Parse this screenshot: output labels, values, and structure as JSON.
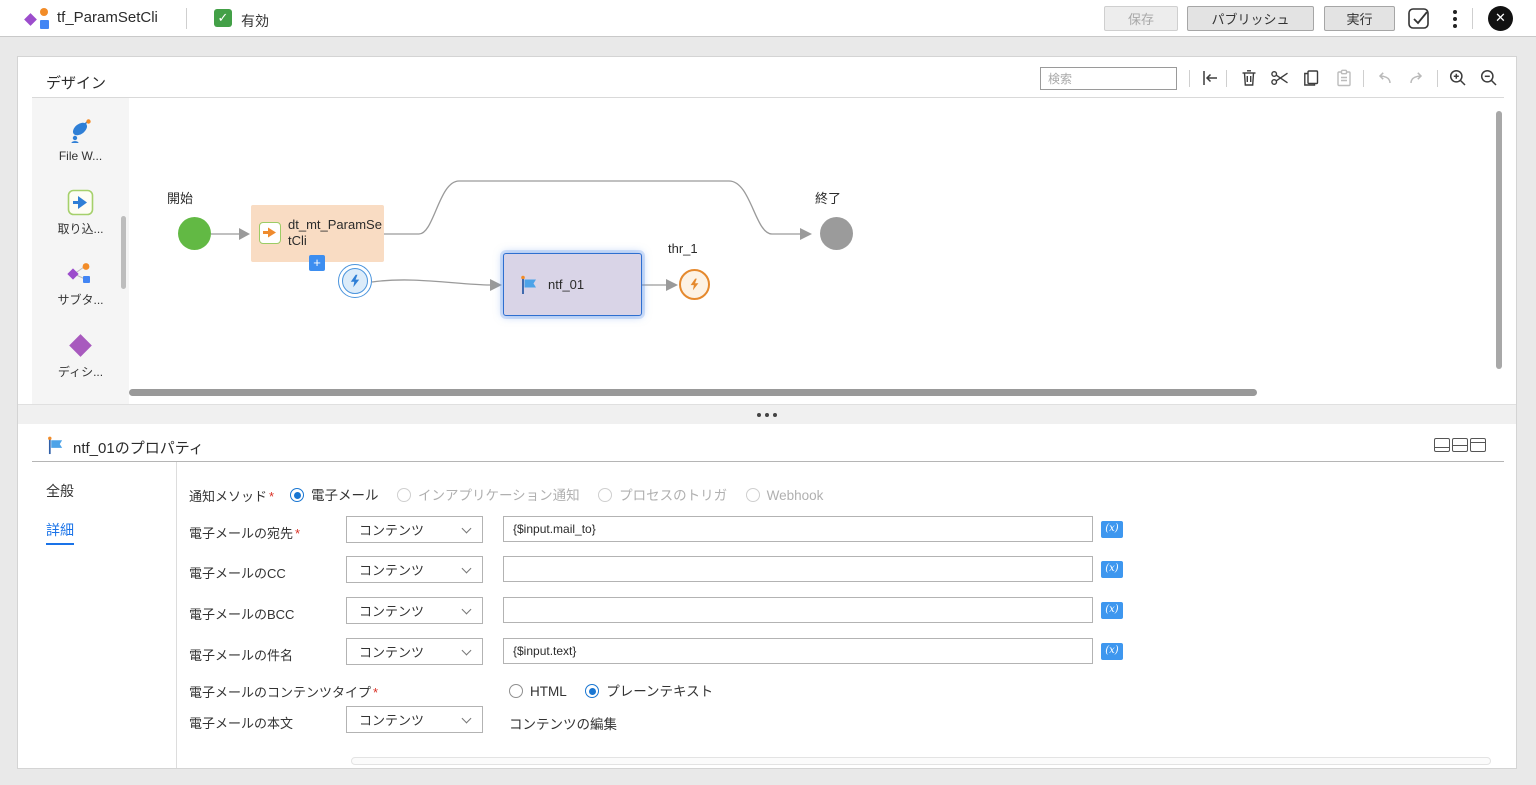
{
  "topbar": {
    "app_title": "tf_ParamSetCli",
    "status_label": "有効",
    "save_label": "保存",
    "publish_label": "パブリッシュ",
    "run_label": "実行"
  },
  "design": {
    "panel_title": "デザイン",
    "search_placeholder": "検索",
    "palette_items": [
      {
        "label": "File W..."
      },
      {
        "label": "取り込..."
      },
      {
        "label": "サブタ..."
      },
      {
        "label": "ディシ..."
      }
    ],
    "canvas": {
      "start_label": "開始",
      "data_task_label": "dt_mt_ParamSetCli",
      "add_badge": "+",
      "notification_label": "ntf_01",
      "throw_label": "thr_1",
      "end_label": "終了"
    }
  },
  "properties": {
    "panel_title": "ntf_01のプロパティ",
    "tabs": [
      {
        "label": "全般"
      },
      {
        "label": "詳細"
      }
    ],
    "notification_method": {
      "label": "通知メソッド",
      "required": "*",
      "selected": "電子メール",
      "options": [
        {
          "label": "電子メール"
        },
        {
          "label": "インアプリケーション通知"
        },
        {
          "label": "プロセスのトリガ"
        },
        {
          "label": "Webhook"
        }
      ]
    },
    "fields": [
      {
        "label": "電子メールの宛先",
        "required": "*",
        "source": "コンテンツ",
        "value": "{$input.mail_to}"
      },
      {
        "label": "電子メールのCC",
        "source": "コンテンツ",
        "value": ""
      },
      {
        "label": "電子メールのBCC",
        "source": "コンテンツ",
        "value": ""
      },
      {
        "label": "電子メールの件名",
        "source": "コンテンツ",
        "value": "{$input.text}"
      }
    ],
    "content_type": {
      "label": "電子メールのコンテンツタイプ",
      "required": "*",
      "selected": "プレーンテキスト",
      "options": [
        {
          "label": "HTML"
        },
        {
          "label": "プレーンテキスト"
        }
      ]
    },
    "body": {
      "label": "電子メールの本文",
      "source": "コンテンツ",
      "action_label": "コンテンツの編集"
    }
  },
  "icons": {
    "fx_badge": "(x)"
  },
  "colors": {
    "accent_blue": "#1a73e8",
    "selection_blue": "#2e6fd0",
    "start_green": "#62b944",
    "end_gray": "#9b9b9b",
    "task_peach": "#f9dcc3",
    "notification_lavender": "#d9d4e7",
    "throw_orange": "#e5892e",
    "enabled_check_green": "#43a047",
    "fx_badge_blue": "#3e97ef"
  }
}
